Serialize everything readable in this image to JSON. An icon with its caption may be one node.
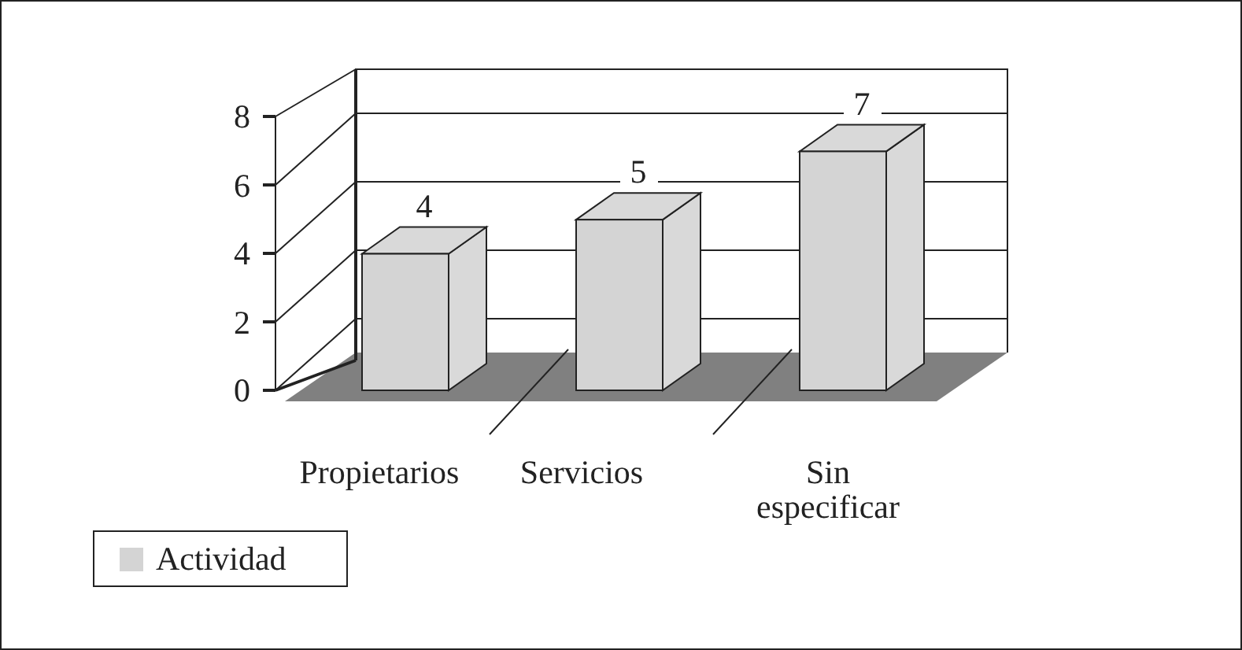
{
  "diagram": {
    "legend": [
      {
        "text": "Actividad",
        "color": "#d4d4d4"
      }
    ],
    "chart_data": {
      "type": "bar",
      "categories": [
        "Propietarios",
        "Servicios",
        "Sin especificar"
      ],
      "series": [
        {
          "color": "#d4d4d4",
          "values": [
            4,
            5,
            7
          ]
        }
      ],
      "ylim": [
        0,
        8
      ],
      "yticks": [
        0,
        2,
        4,
        6,
        8
      ],
      "data_labels": true
    }
  }
}
